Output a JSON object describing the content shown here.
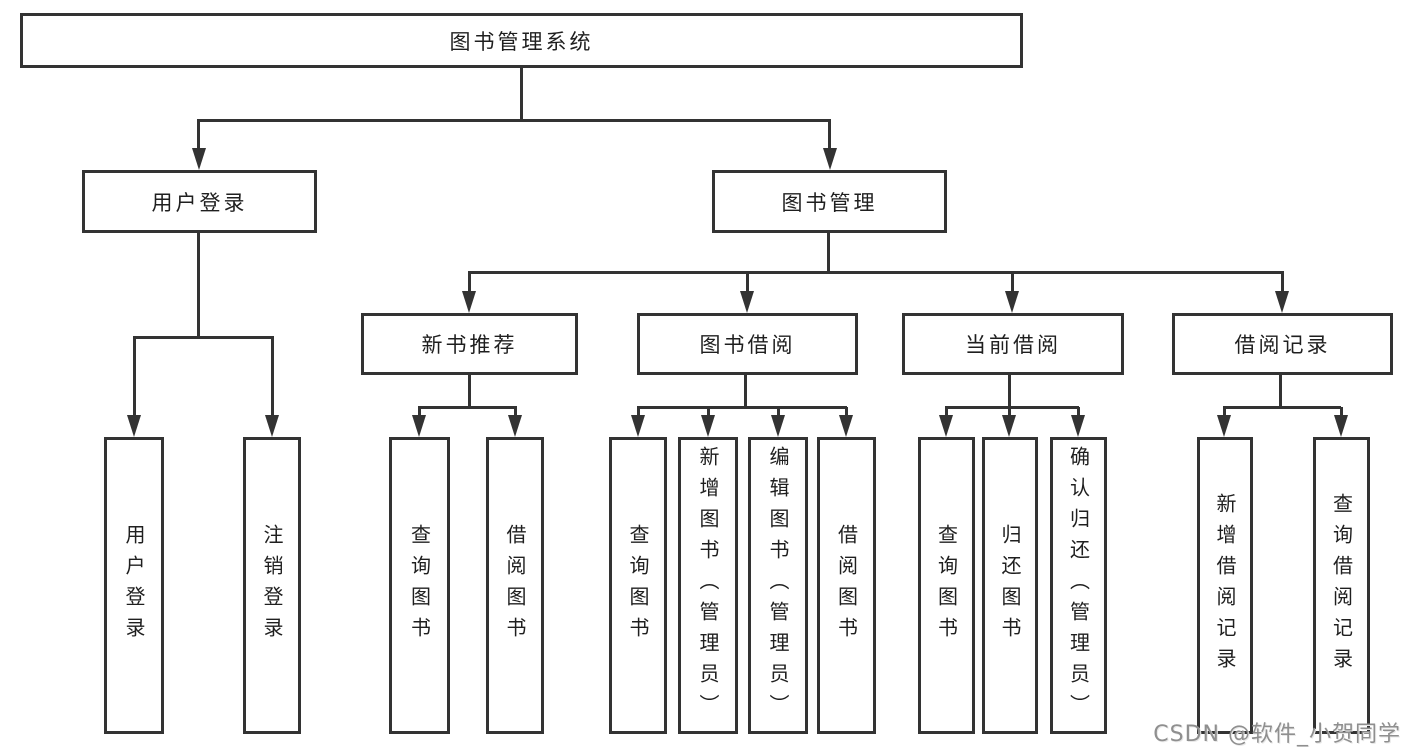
{
  "diagram": {
    "title": "图书管理系统",
    "type": "tree",
    "nodes": {
      "root": "图书管理系统",
      "user_login": "用户登录",
      "book_management": "图书管理",
      "new_book_recommend": "新书推荐",
      "book_borrow": "图书借阅",
      "current_borrow": "当前借阅",
      "borrow_record": "借阅记录",
      "leaf_user_login": "用户登录",
      "leaf_logout": "注销登录",
      "nbr_query_book": "查询图书",
      "nbr_borrow_book": "借阅图书",
      "bb_query_book": "查询图书",
      "bb_add_book": "新增图书（管理员）",
      "bb_edit_book": "编辑图书（管理员）",
      "bb_borrow_book": "借阅图书",
      "cb_query_book": "查询图书",
      "cb_return_book": "归还图书",
      "cb_confirm_return": "确认归还（管理员）",
      "br_add_record": "新增借阅记录",
      "br_query_record": "查询借阅记录"
    },
    "edges": [
      [
        "图书管理系统",
        "用户登录"
      ],
      [
        "图书管理系统",
        "图书管理"
      ],
      [
        "用户登录",
        "用户登录"
      ],
      [
        "用户登录",
        "注销登录"
      ],
      [
        "图书管理",
        "新书推荐"
      ],
      [
        "图书管理",
        "图书借阅"
      ],
      [
        "图书管理",
        "当前借阅"
      ],
      [
        "图书管理",
        "借阅记录"
      ],
      [
        "新书推荐",
        "查询图书"
      ],
      [
        "新书推荐",
        "借阅图书"
      ],
      [
        "图书借阅",
        "查询图书"
      ],
      [
        "图书借阅",
        "新增图书（管理员）"
      ],
      [
        "图书借阅",
        "编辑图书（管理员）"
      ],
      [
        "图书借阅",
        "借阅图书"
      ],
      [
        "当前借阅",
        "查询图书"
      ],
      [
        "当前借阅",
        "归还图书"
      ],
      [
        "当前借阅",
        "确认归还（管理员）"
      ],
      [
        "借阅记录",
        "新增借阅记录"
      ],
      [
        "借阅记录",
        "查询借阅记录"
      ]
    ],
    "colors": {
      "line": "#333333",
      "box_fill": "#ffffff",
      "text": "#1f1f1f",
      "watermark": "#8f8f8f"
    }
  },
  "watermark": {
    "text": "CSDN @软件_小贺同学"
  }
}
